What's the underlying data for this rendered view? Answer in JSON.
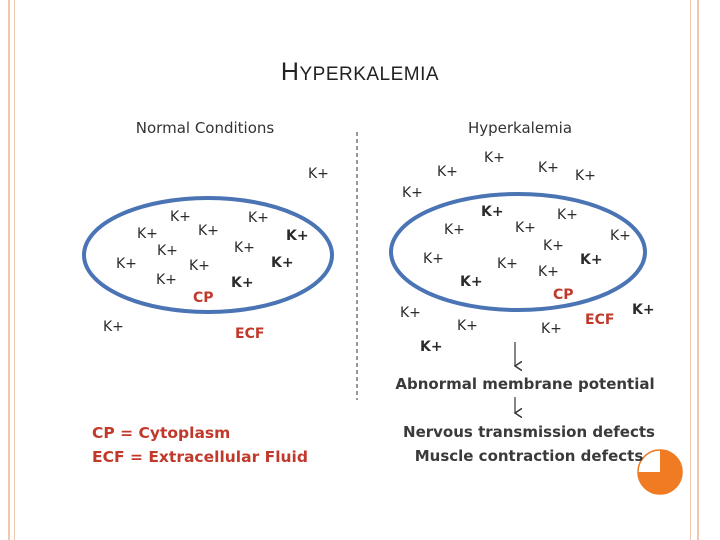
{
  "slide": {
    "title_first": "H",
    "title_rest": "YPERKALEMIA"
  },
  "normal": {
    "heading": "Normal Conditions",
    "cell_label": "CP",
    "fluid_label": "ECF"
  },
  "hyper": {
    "heading": "Hyperkalemia",
    "cell_label": "CP",
    "fluid_label": "ECF",
    "step1": "Abnormal membrane potential"
  },
  "ion": "K+",
  "legend": {
    "line1": "CP = Cytoplasm",
    "line2": "ECF = Extracellular Fluid"
  },
  "effects": {
    "line1": "Nervous transmission defects",
    "line2": "Muscle contraction defects"
  },
  "colors": {
    "ellipse_stroke": "#4a74b4",
    "label_red": "#c0392b",
    "text_dark": "#2b2b2b",
    "accent_orange": "#f07b22",
    "frame": "#f2c7b0"
  }
}
